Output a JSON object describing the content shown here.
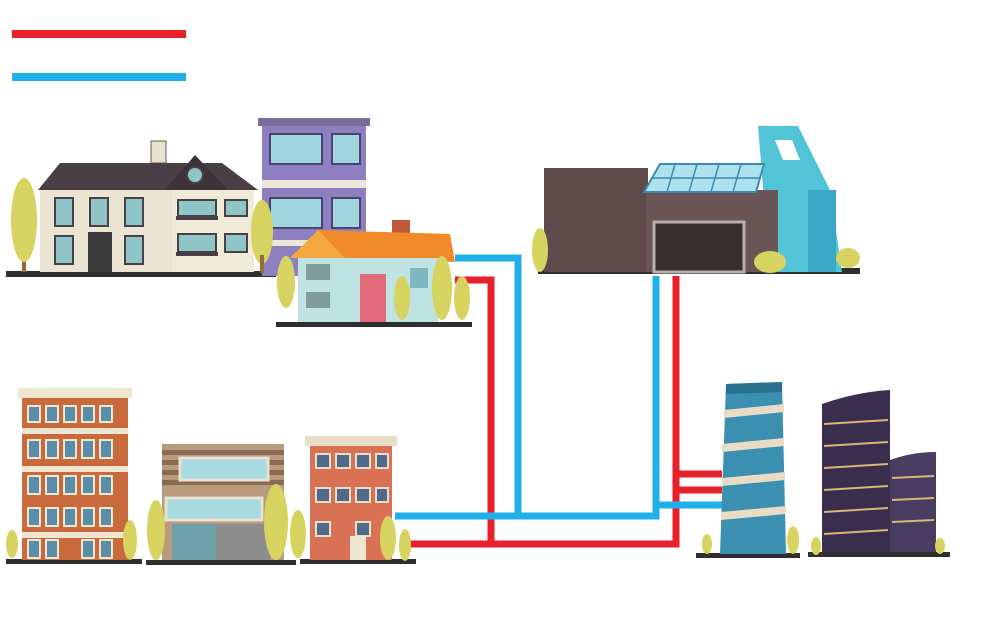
{
  "legend": {
    "items": [
      {
        "name": "legend-line-red",
        "color": "#e8202a"
      },
      {
        "name": "legend-line-blue",
        "color": "#1fb0ea"
      }
    ]
  },
  "colors": {
    "red_pipe": "#e8202a",
    "blue_pipe": "#1fb0ea",
    "tree": "#d6d361",
    "trunk": "#9a6b3a",
    "ground": "#2f2f2f"
  },
  "buildings": [
    {
      "name": "suburban-house",
      "kind": "residential"
    },
    {
      "name": "purple-apartment-block",
      "kind": "residential"
    },
    {
      "name": "orange-roof-cottage",
      "kind": "residential"
    },
    {
      "name": "factory-with-solar-panels",
      "kind": "industrial"
    },
    {
      "name": "brick-apartment-tower",
      "kind": "residential"
    },
    {
      "name": "striped-office-building",
      "kind": "commercial"
    },
    {
      "name": "small-brick-building",
      "kind": "commercial"
    },
    {
      "name": "glass-skyscraper",
      "kind": "commercial"
    },
    {
      "name": "dark-office-towers",
      "kind": "commercial"
    }
  ]
}
